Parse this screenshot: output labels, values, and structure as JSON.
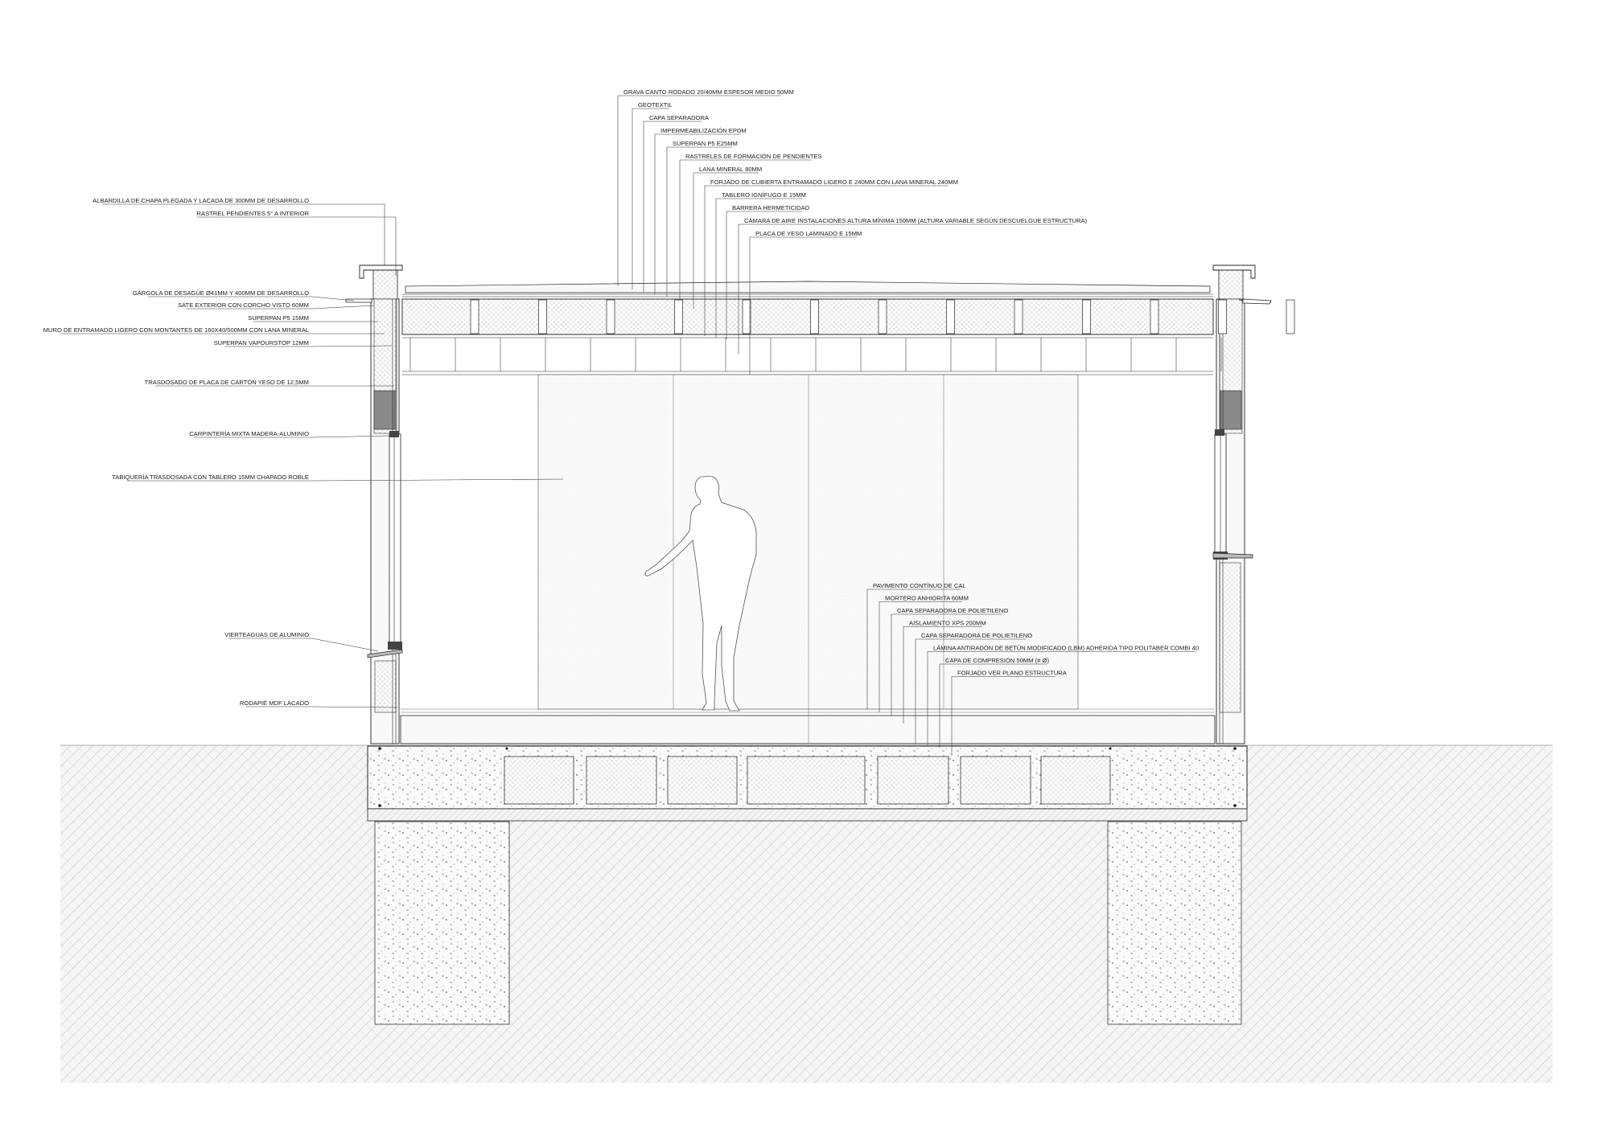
{
  "callouts_top": [
    "GRAVA CANTO RODADO 20/40MM ESPESOR MEDIO 50MM",
    "GEOTEXTIL",
    "CAPA SEPARADORA",
    "IMPERMEABILIZACIÓN EPDM",
    "SUPERPAN P5 E25MM",
    "RASTRELES DE FORMACIÓN DE PENDIENTES",
    "LANA MINERAL 80MM",
    "FORJADO DE CUBIERTA ENTRAMADO LIGERO E 240MM CON LANA MINERAL  240MM",
    "TABLERO IGNÍFUGO E 15MM",
    "BARRERA HERMETICIDAD",
    "CÁMARA DE AIRE INSTALACIONES ALTURA MÍNIMA 150MM (ALTURA VARIABLE SEGÚN DESCUELGUE ESTRUCTURA)",
    "PLACA DE YESO LAMINADO E 15MM"
  ],
  "callouts_left": [
    "ALBARDILLA DE CHAPA PLEGADA Y LACADA DE 300MM DE DESARROLLO",
    "RASTREL PENDIENTES 5° A INTERIOR",
    "GÁRGOLA DE DESAGÜE Ø41MM Y 400MM DE DESARROLLO",
    "SATE EXTERIOR CON CORCHO VISTO 60MM",
    "SUPERPAN P5 15MM",
    "MURO DE ENTRAMADO LIGERO CON MONTANTES DE 160X40/500MM CON LANA MINERAL",
    "SUPERPAN VAPOURSTOP 12MM",
    "TRASDOSADO DE PLACA DE CARTÓN YESO DE 12,5MM",
    "CARPINTERÍA MIXTA MADERA-ALUMINIO",
    "TABIQUERÍA TRASDOSADA CON TABLERO 15MM CHAPADO ROBLE",
    "VIERTEAGUAS DE ALUMINIO",
    "RODAPIÉ MDF LACADO"
  ],
  "callouts_floor": [
    "PAVIMENTO CONTÍNUO DE CAL",
    "MORTERO ANHIORITA 60MM",
    "CAPA SEPARADORA DE POLIETILENO",
    "AISLAMIENTO XPS 200MM",
    "CAPA SEPARADORA DE POLIETILENO",
    "LÁMINA ANTIRADÓN DE BETÚN MODIFICADO (LBM) ADHERIDA TIPO POLITABER COMBI 40",
    "CAPA DE COMPRESIÓN 50MM (# Ø)",
    "FORJADO VER PLANO ESTRUCTURA"
  ],
  "colors": {
    "line": "#222222",
    "hatch": "#bdbdbd",
    "ground": "#f4f4f4"
  }
}
